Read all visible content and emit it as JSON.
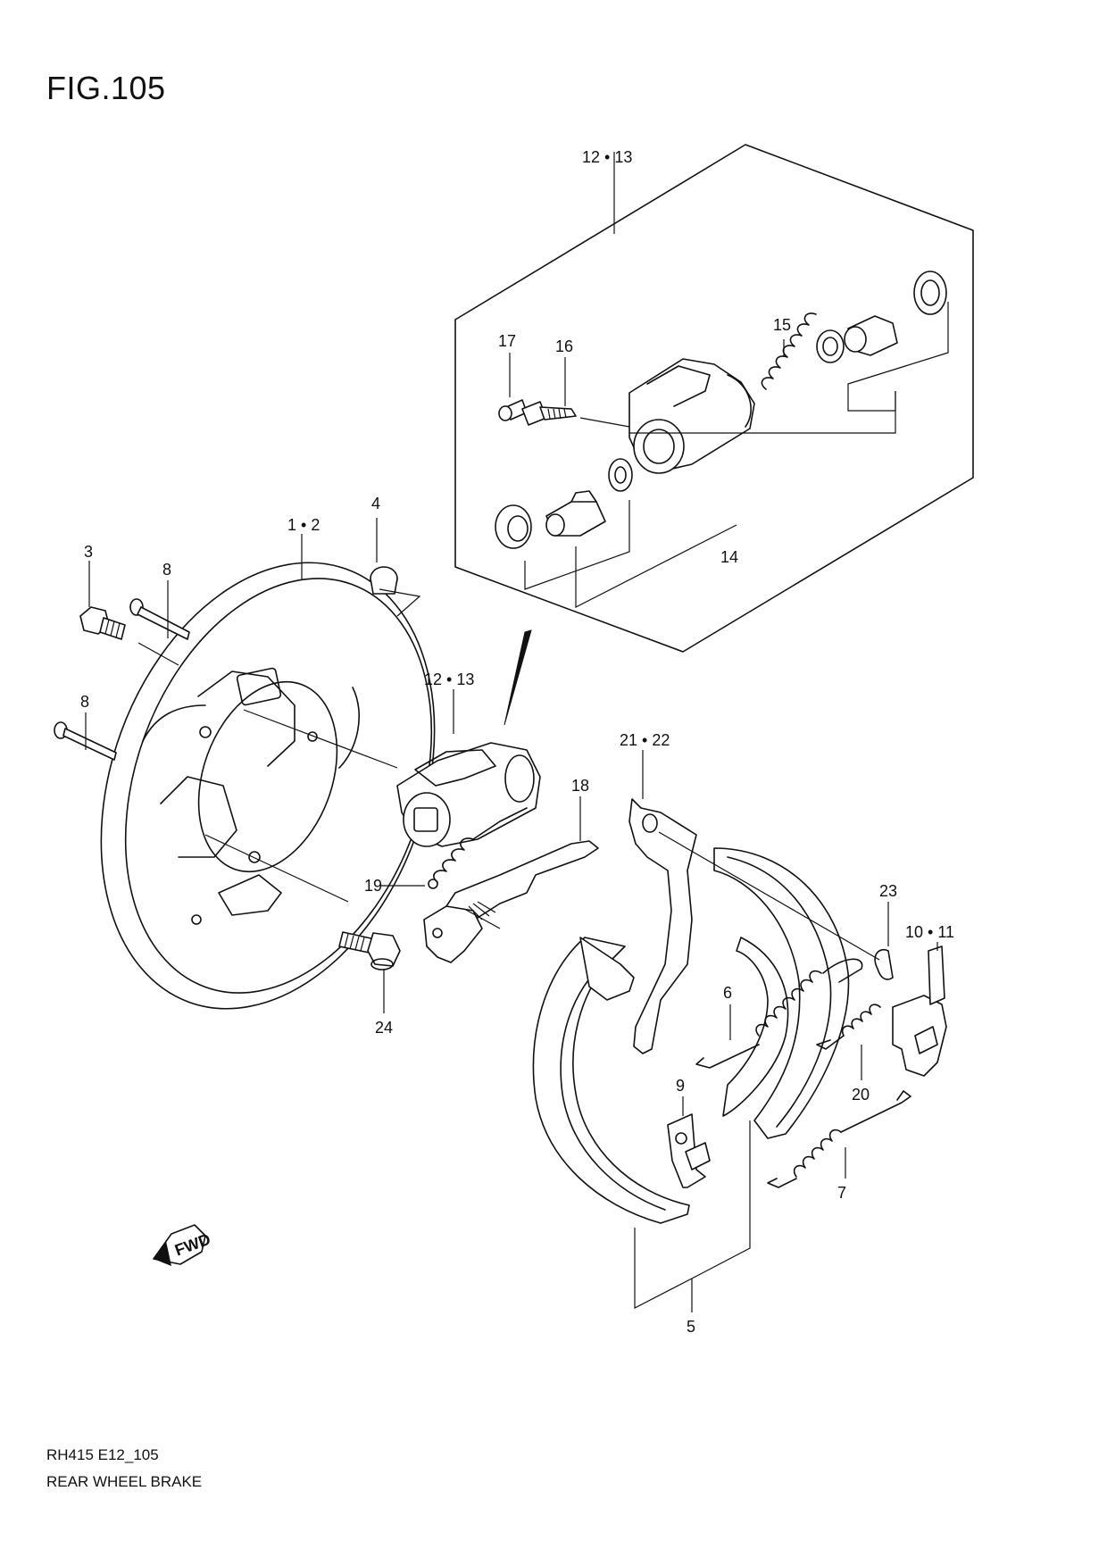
{
  "figure": {
    "title": "FIG.105"
  },
  "footer": {
    "code": "RH415 E12_105",
    "name": "REAR WHEEL BRAKE"
  },
  "fwd_label": "FWD",
  "callouts": [
    {
      "id": "c-12-13-top",
      "text": "12 • 13"
    },
    {
      "id": "c-17",
      "text": "17"
    },
    {
      "id": "c-16",
      "text": "16"
    },
    {
      "id": "c-15",
      "text": "15"
    },
    {
      "id": "c-14",
      "text": "14"
    },
    {
      "id": "c-1-2",
      "text": "1 • 2"
    },
    {
      "id": "c-4",
      "text": "4"
    },
    {
      "id": "c-3",
      "text": "3"
    },
    {
      "id": "c-8-a",
      "text": "8"
    },
    {
      "id": "c-8-b",
      "text": "8"
    },
    {
      "id": "c-12-13-mid",
      "text": "12 • 13"
    },
    {
      "id": "c-21-22",
      "text": "21 • 22"
    },
    {
      "id": "c-18",
      "text": "18"
    },
    {
      "id": "c-19",
      "text": "19"
    },
    {
      "id": "c-23",
      "text": "23"
    },
    {
      "id": "c-10-11",
      "text": "10 • 11"
    },
    {
      "id": "c-6",
      "text": "6"
    },
    {
      "id": "c-24",
      "text": "24"
    },
    {
      "id": "c-20",
      "text": "20"
    },
    {
      "id": "c-9",
      "text": "9"
    },
    {
      "id": "c-7",
      "text": "7"
    },
    {
      "id": "c-5",
      "text": "5"
    }
  ]
}
